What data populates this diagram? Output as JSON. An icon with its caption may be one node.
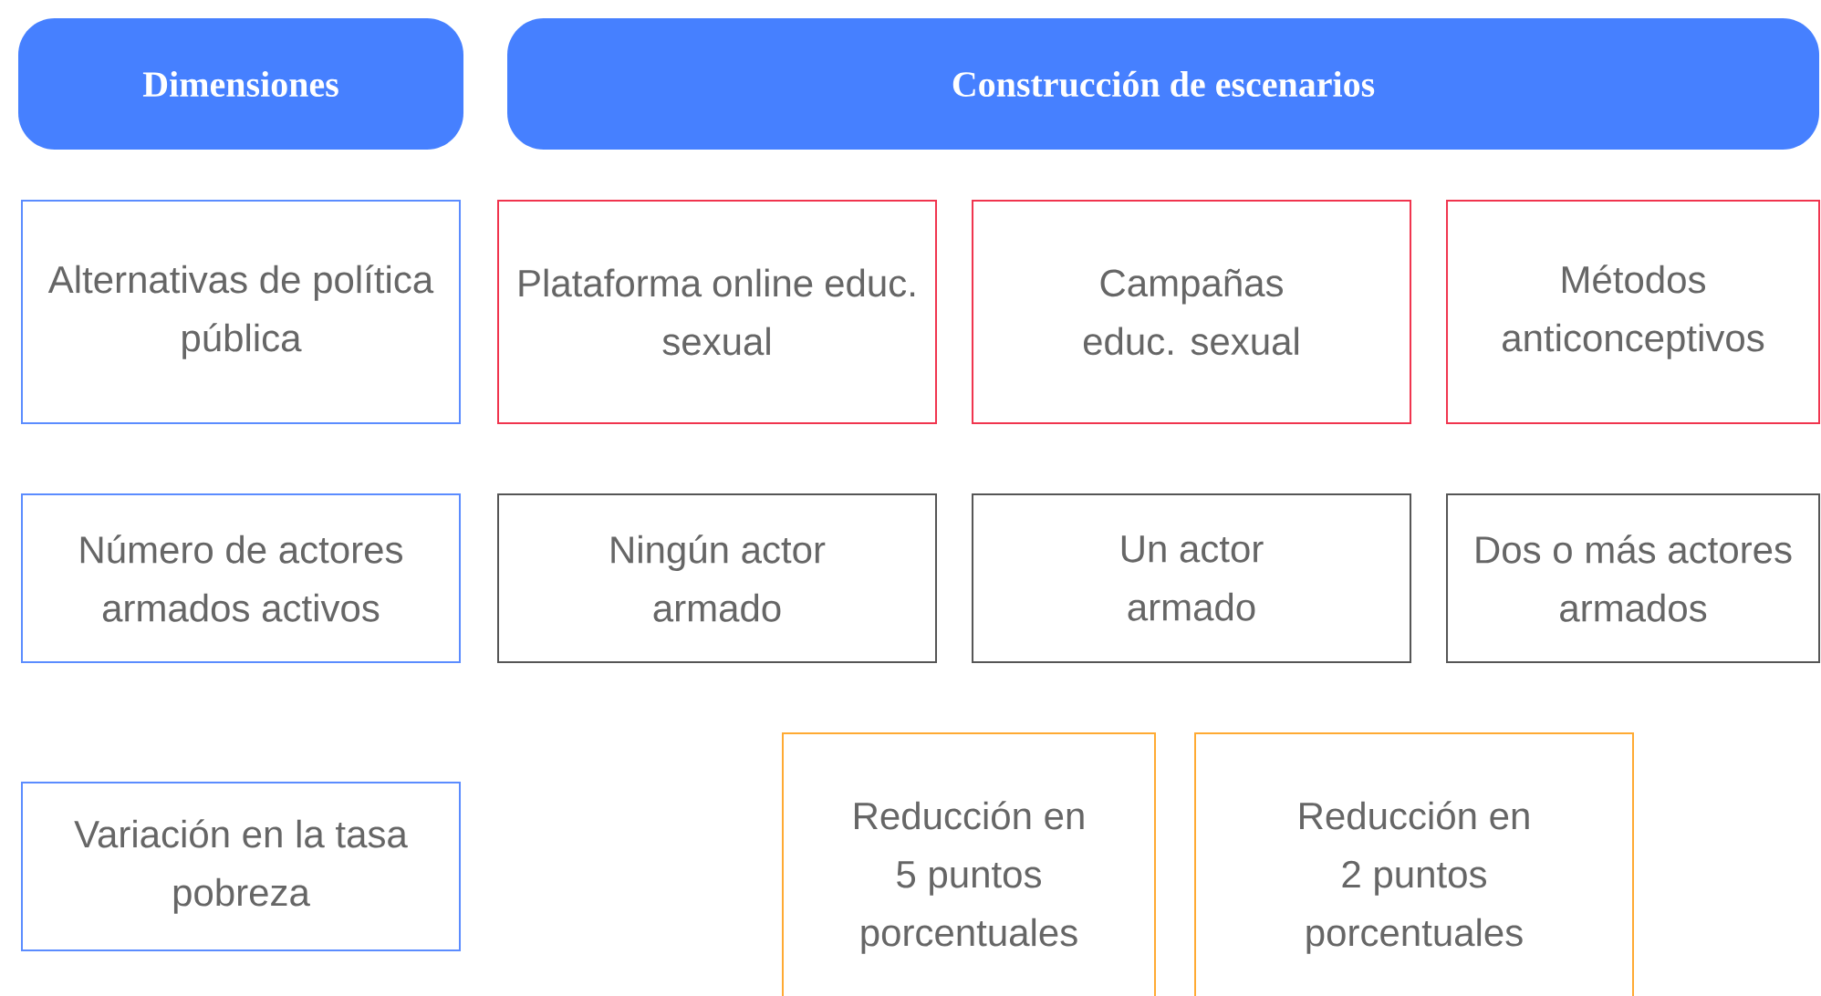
{
  "diagram": {
    "nodes": [
      {
        "text": [
          "Dimensiones"
        ]
      },
      {
        "text": [
          "Construcción de escenarios"
        ]
      },
      {
        "text": [
          "Alternativas de política pública"
        ]
      },
      {
        "text": [
          "Plataforma online educ. sexual"
        ]
      },
      {
        "text": [
          "Campañas educ. sexual"
        ]
      },
      {
        "text": [
          "Métodos anticonceptivos"
        ]
      },
      {
        "text": [
          "Número de actores armados activos"
        ]
      },
      {
        "text": [
          "Ningún actor armado"
        ]
      },
      {
        "text": [
          "Un actor armado"
        ]
      },
      {
        "text": [
          "Dos o más actores armados"
        ]
      },
      {
        "text": [
          "Variación en la tasa pobreza"
        ]
      },
      {
        "text": [
          "Reducción en 5 puntos porcentuales"
        ]
      },
      {
        "text": [
          "Reducción en 2 puntos porcentuales"
        ]
      }
    ]
  }
}
